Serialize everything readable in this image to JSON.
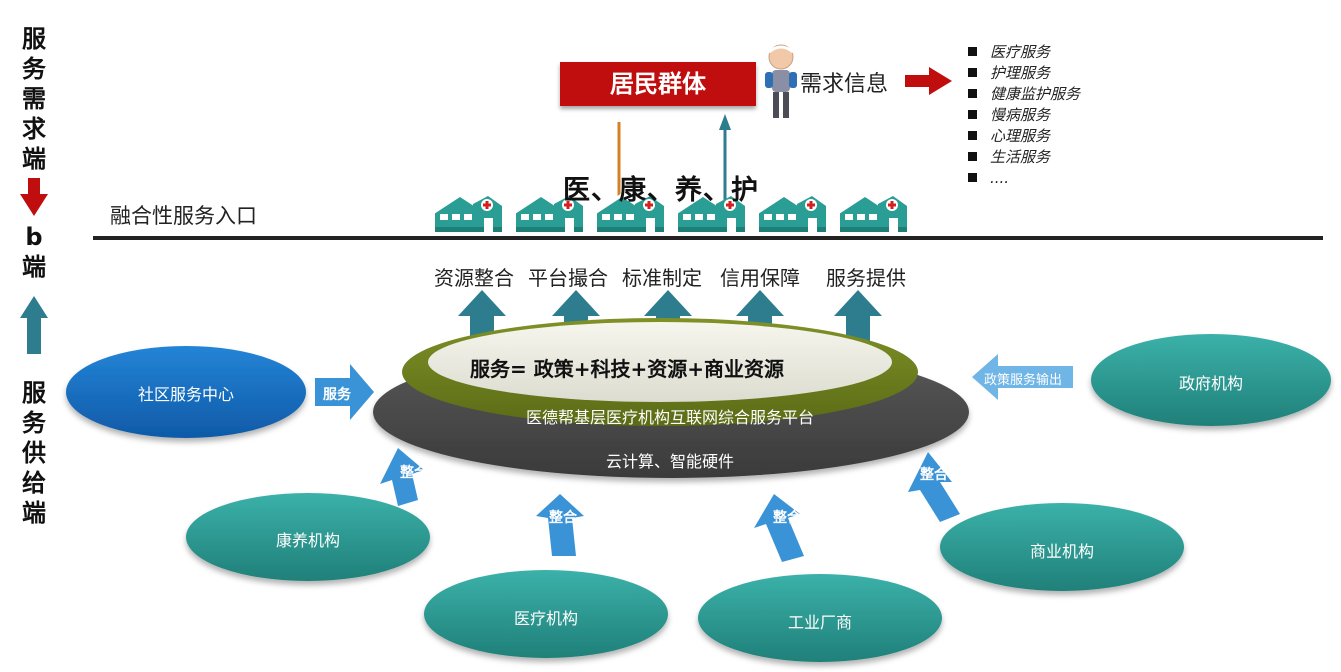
{
  "left_axis": {
    "demand_side": "服务需求端",
    "b_side": "b端",
    "supply_side": "服务供给端"
  },
  "resident_group": "居民群体",
  "demand_info": "需求信息",
  "demand_items": [
    "医疗服务",
    "护理服务",
    "健康监护服务",
    "慢病服务",
    "心理服务",
    "生活服务",
    "...."
  ],
  "headline": "医、康、养、护",
  "service_portal": "融合性服务入口",
  "service_functions": [
    "资源整合",
    "平台撮合",
    "标准制定",
    "信用保障",
    "服务提供"
  ],
  "formula": "服务= 政策+科技+资源+商业资源",
  "platform_name": "医德帮基层医疗机构互联网综合服务平台",
  "infrastructure": "云计算、智能硬件",
  "community_center": "社区服务中心",
  "service_arrow_label": "服务",
  "government": "政府机构",
  "policy_arrow_label": "政策服务输出",
  "integrate_label": "整合",
  "supply_orgs": {
    "health_care": "康养机构",
    "medical": "医疗机构",
    "industrial": "工业厂商",
    "commercial": "商业机构"
  },
  "colors": {
    "red": "#c00d0d",
    "teal": "#2a9d95",
    "steel_teal": "#2e7d8f",
    "blue": "#1a6fc2",
    "olive": "#6b7d1e",
    "dark_gray": "#4a4a4a",
    "arrow_blue": "#3a93d6"
  }
}
